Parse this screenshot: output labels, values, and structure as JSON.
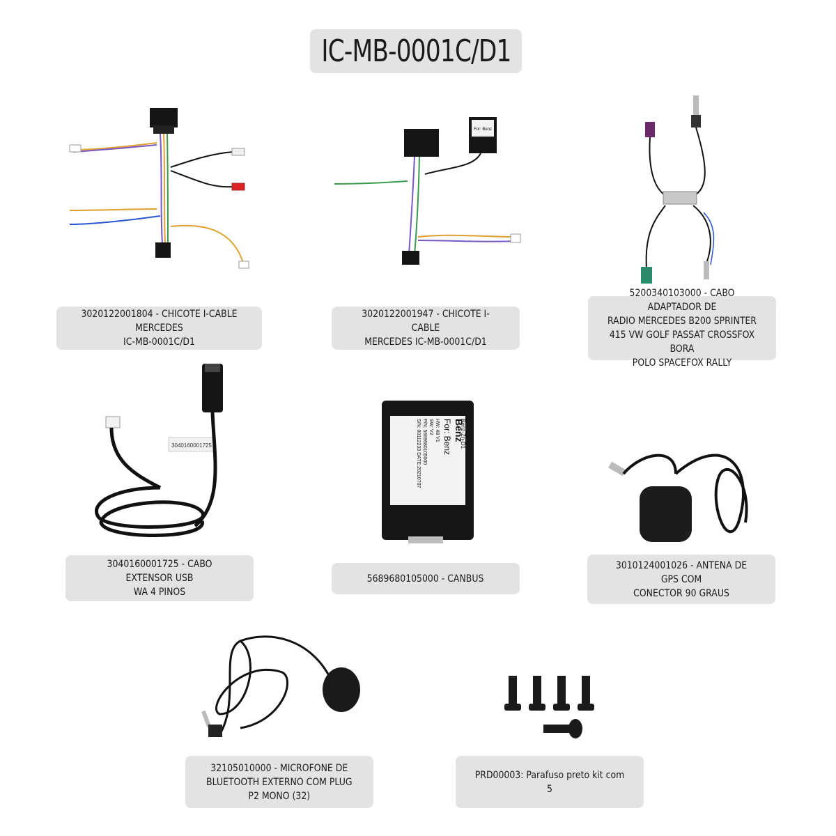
{
  "title": "IC-MB-0001C/D1",
  "products": [
    {
      "id": "p1",
      "caption": "3020122001804  - CHICOTE I-CABLE MERCEDES\nIC-MB-0001C/D1",
      "icon": "wiring-harness-icon"
    },
    {
      "id": "p2",
      "caption": "3020122001947 - CHICOTE  I-CABLE\nMERCEDES IC-MB-0001C/D1",
      "icon": "wiring-harness-module-icon",
      "module_label": "For: Benz"
    },
    {
      "id": "p3",
      "caption": "5200340103000 - CABO ADAPTADOR DE\nRADIO MERCEDES B200 SPRINTER\n415 VW GOLF PASSAT CROSSFOX BORA\nPOLO SPACEFOX RALLY",
      "icon": "radio-antenna-adapter-icon"
    },
    {
      "id": "p4",
      "caption": "3040160001725 - CABO EXTENSOR USB\nWA 4 PINOS",
      "icon": "usb-extension-cable-icon",
      "tag": "3040160001725"
    },
    {
      "id": "p5",
      "caption": "5689680105000 - CANBUS",
      "icon": "canbus-module-icon",
      "label": {
        "brand": "Benz",
        "for": "For: Benz",
        "hw": "HW: 48 V1",
        "sw": "SW: V2",
        "pn": "P/N: 5689680105000",
        "sn": "S/N: 00112233  DATE:20210707",
        "model": "Benz-Zn-D1"
      }
    },
    {
      "id": "p6",
      "caption": "3010124001026 - ANTENA DE GPS COM\nCONECTOR 90 GRAUS",
      "icon": "gps-antenna-icon"
    },
    {
      "id": "p7",
      "caption": "32105010000 - MICROFONE DE\nBLUETOOTH EXTERNO COM PLUG\nP2 MONO (32)",
      "icon": "bluetooth-microphone-icon"
    },
    {
      "id": "p8",
      "caption": "PRD00003: Parafuso preto kit com 5",
      "icon": "screws-icon"
    }
  ],
  "colors": {
    "caption_bg": "#e3e3e3",
    "cable": "#111111",
    "text": "#1b1b1b"
  }
}
